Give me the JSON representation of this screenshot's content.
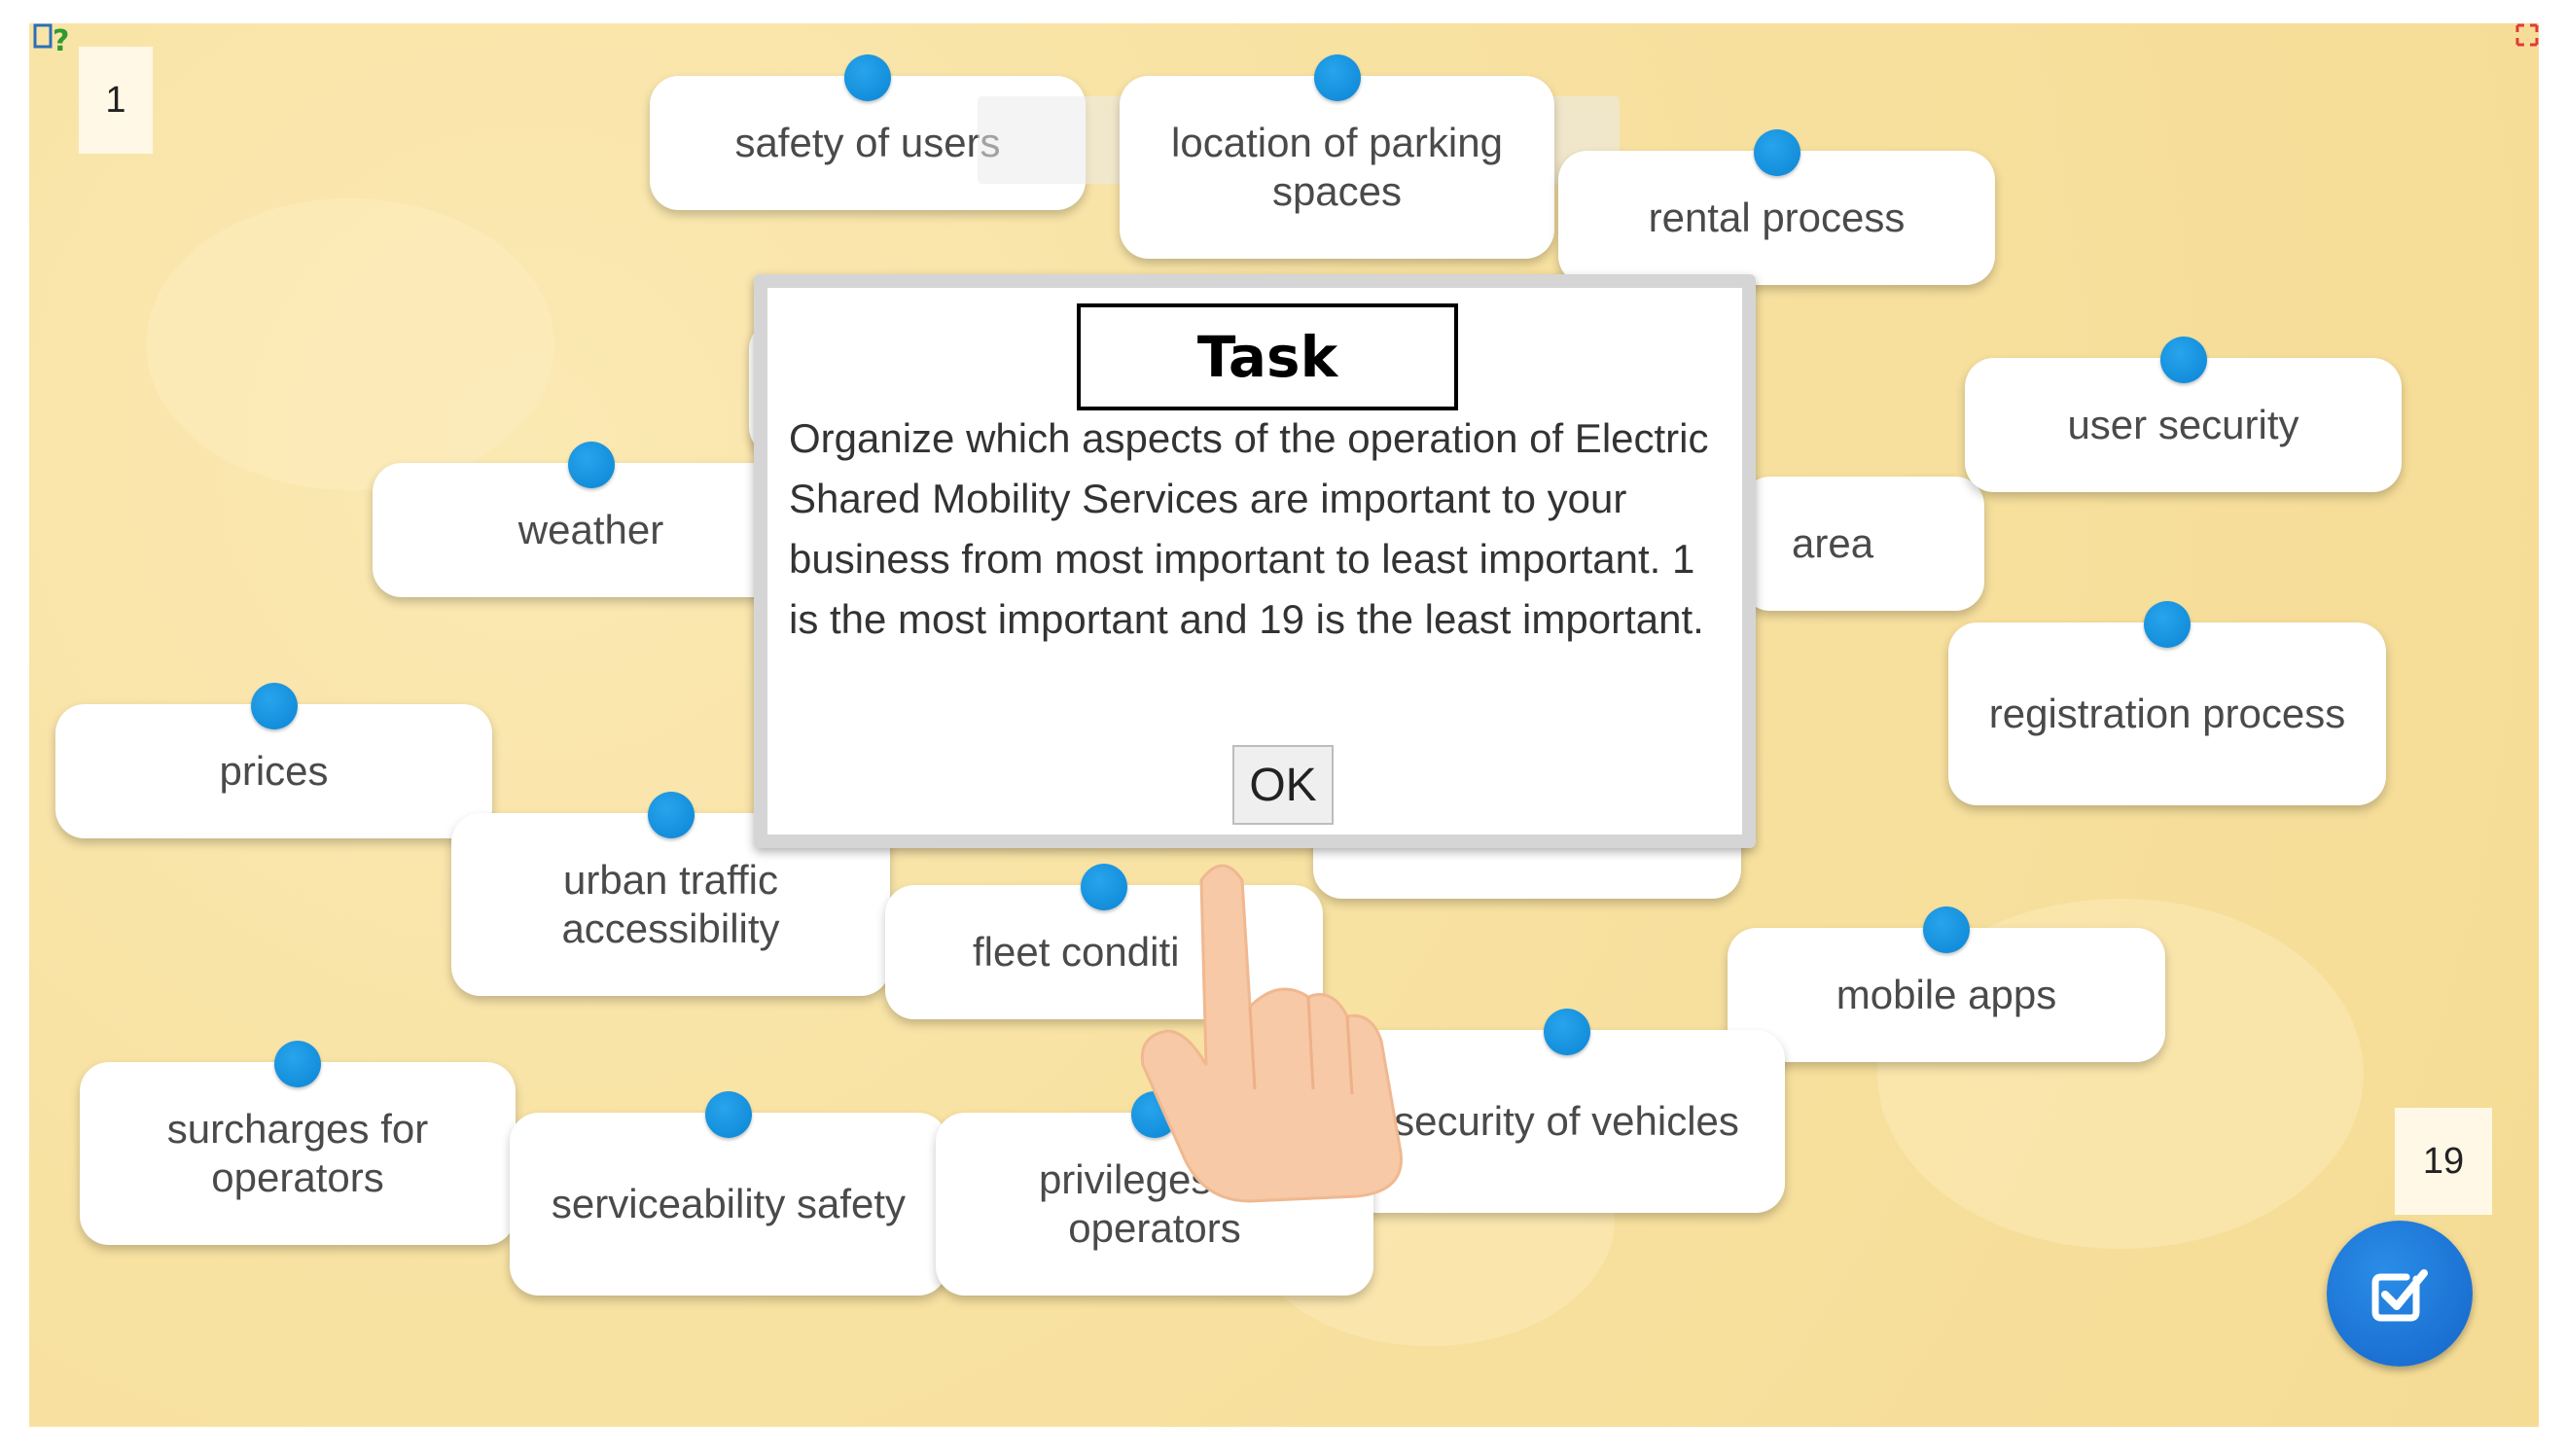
{
  "rank_labels": {
    "top": "1",
    "bottom": "19"
  },
  "cards": {
    "safety_of_users": "safety of users",
    "location_of_parking_spaces": "location of parking spaces",
    "rental_process": "rental process",
    "user_security": "user security",
    "weather": "weather",
    "area": "area",
    "registration_process": "registration process",
    "prices": "prices",
    "urban_traffic_accessibility": "urban traffic accessibility",
    "fleet_condition": "fleet conditi",
    "mobile_apps": "mobile apps",
    "surcharges_for_operators": "surcharges for operators",
    "serviceability_safety": "serviceability safety",
    "privileges_for_operators": "privileges for operators",
    "security_of_vehicles": "security of vehicles"
  },
  "modal": {
    "title": "Task",
    "text": "Organize which aspects of the operation of Electric Shared Mobility Services are important to your business from most important to least important. 1 is the most important and 19 is the least important.",
    "ok_label": "OK"
  },
  "colors": {
    "background": "#f8e2a2",
    "pin": "#1a96e0",
    "check_button": "#1e78d8",
    "card": "#ffffff"
  },
  "icons": [
    "help-icon",
    "fullscreen-icon",
    "pointing-hand-icon",
    "check-icon"
  ]
}
